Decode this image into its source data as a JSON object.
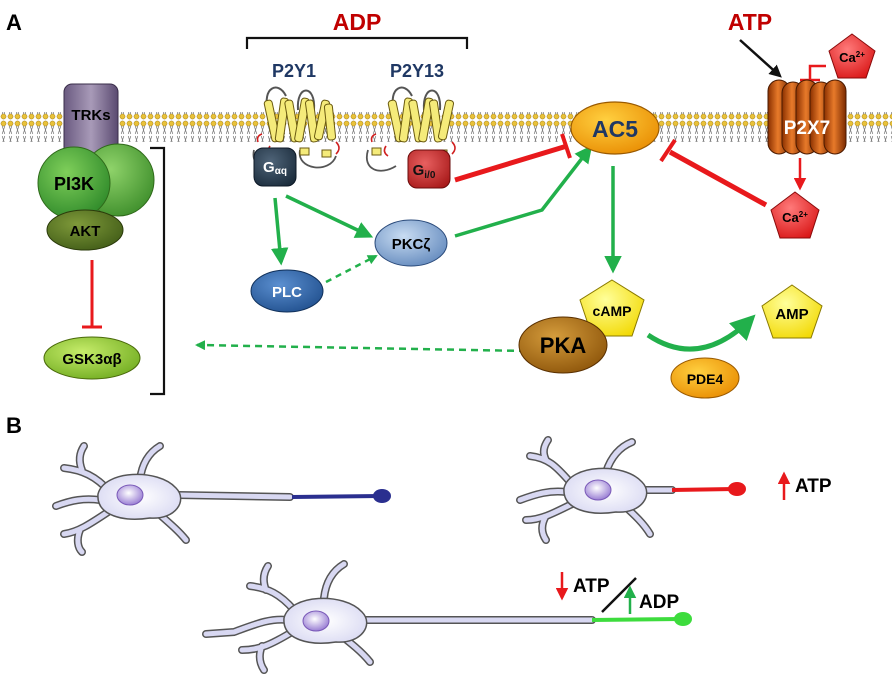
{
  "panels": {
    "a": "A",
    "b": "B"
  },
  "ligands": {
    "adp": "ADP",
    "atp": "ATP"
  },
  "receptors": {
    "p2y1": "P2Y1",
    "p2y13": "P2Y13",
    "p2x7": "P2X7",
    "trks": "TRKs"
  },
  "g_proteins": {
    "gaq_main": "G",
    "gaq_sub": "αq",
    "gio_main": "G",
    "gio_sub": "i/0"
  },
  "signaling": {
    "pi3k": "PI3K",
    "akt": "AKT",
    "gsk": "GSK3αβ",
    "plc": "PLC",
    "pkc": "PKCζ",
    "ac5": "AC5",
    "camp": "cAMP",
    "pka": "PKA",
    "pde4": "PDE4",
    "amp": "AMP",
    "ca_main": "Ca",
    "ca_sup": "2+"
  },
  "panel_b": {
    "atp_label": "ATP",
    "atp2_label": "ATP",
    "adp_label": "ADP"
  },
  "colors": {
    "title_red": "#c00000",
    "receptor_blue": "#1f3864",
    "activation_green": "#22b04b",
    "inhibition_red": "#e8191c",
    "axon_blue": "#2a2f8f",
    "axon_red": "#e8191c",
    "axon_green": "#3ddc3d",
    "neuron_fill": "#e4e4f6",
    "membrane_yellow": "#e9c23a"
  }
}
